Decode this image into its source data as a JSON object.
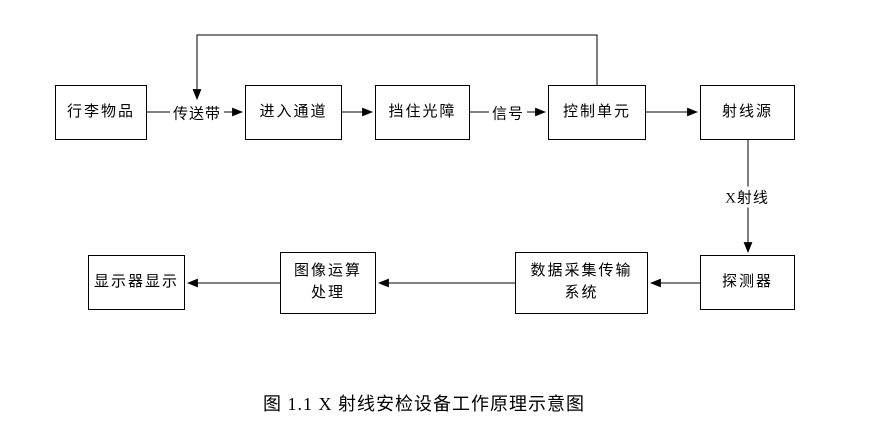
{
  "diagram": {
    "nodes": {
      "luggage": {
        "label": "行李物品"
      },
      "enter_channel": {
        "label": "进入通道"
      },
      "block_barrier": {
        "label": "挡住光障"
      },
      "control_unit": {
        "label": "控制单元"
      },
      "ray_source": {
        "label": "射线源"
      },
      "detector": {
        "label": "探测器"
      },
      "data_acquisition": {
        "line1": "数据采集传输",
        "line2": "系统"
      },
      "image_processing": {
        "line1": "图像运算",
        "line2": "处理"
      },
      "display": {
        "label": "显示器显示"
      }
    },
    "edge_labels": {
      "conveyor": "传送带",
      "signal": "信号",
      "xray": "X射线"
    },
    "caption": "图 1.1 X 射线安检设备工作原理示意图",
    "colors": {
      "line": "#000000",
      "background": "#ffffff",
      "text": "#000000"
    }
  }
}
